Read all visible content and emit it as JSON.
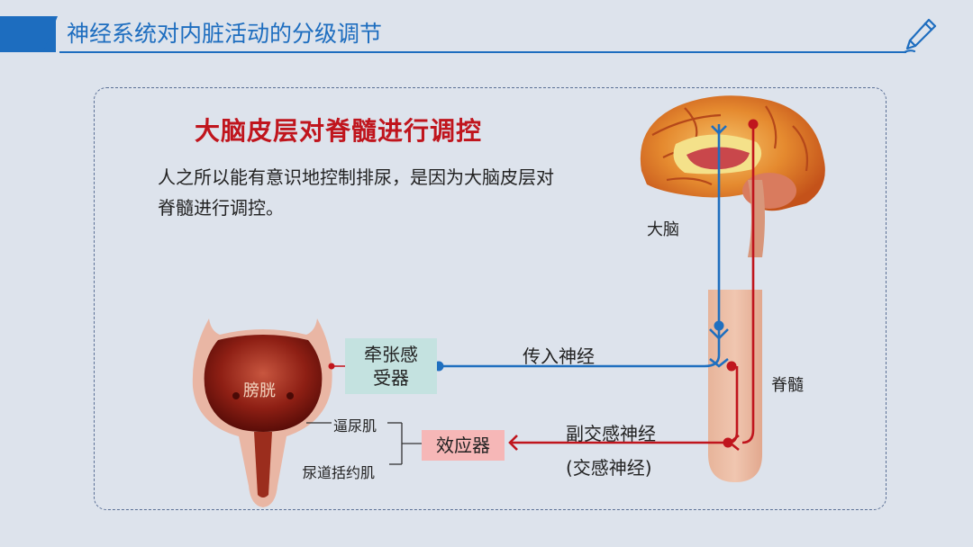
{
  "header": {
    "title": "神经系统对内脏活动的分级调节"
  },
  "section": {
    "title": "大脑皮层对脊髓进行调控",
    "description": "人之所以能有意识地控制排尿，是因为大脑皮层对脊髓进行调控。"
  },
  "diagram": {
    "brain_label": "大脑",
    "spinal_label": "脊髓",
    "bladder_label": "膀胱",
    "receptor_label": "牵张感受器",
    "effector_label": "效应器",
    "afferent_label": "传入神经",
    "efferent_label": "副交感神经",
    "efferent_sub_label": "(交感神经)",
    "muscle_detrusor": "逼尿肌",
    "muscle_sphincter": "尿道括约肌"
  },
  "colors": {
    "accent": "#1d6dbf",
    "title_red": "#c0151d",
    "afferent": "#1f6fbf",
    "efferent": "#c0151d"
  },
  "icons": {
    "header_decoration": "pen-icon"
  }
}
